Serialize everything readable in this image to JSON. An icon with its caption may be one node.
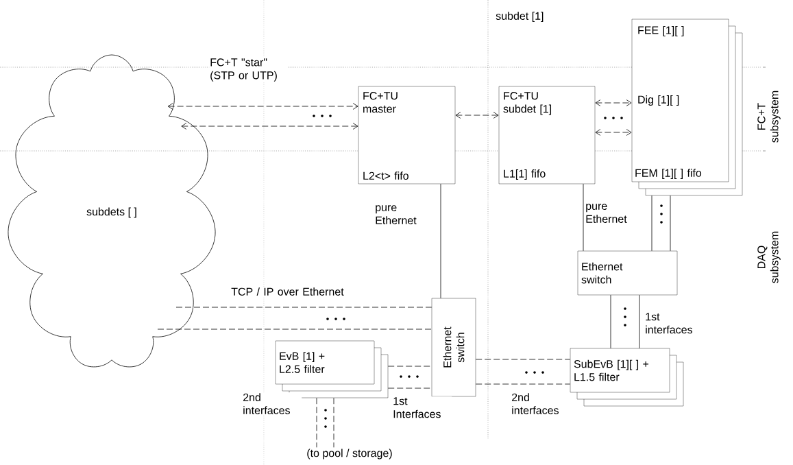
{
  "diagram": {
    "nodes": [
      {
        "text": [
          "subdets [ ]"
        ]
      },
      {
        "text": [
          "FC+TU master",
          "L2<t> fifo"
        ]
      },
      {
        "text": [
          "FC+TU subdet [1]",
          "L1[1] fifo"
        ]
      },
      {
        "text": [
          "FEE [1][ ]",
          "Dig [1][ ]",
          "FEM [1][ ] fifo"
        ]
      },
      {
        "text": [
          "Ethernet switch"
        ]
      },
      {
        "text": [
          "Ethernet switch"
        ]
      },
      {
        "text": [
          "EvB [1] + L2.5 filter"
        ]
      },
      {
        "text": [
          "SubEvB [1][ ] + L1.5 filter"
        ]
      },
      {
        "text": [
          "(to pool / storage)"
        ]
      }
    ],
    "edges": [
      {
        "from": 0,
        "to": 1,
        "arrow": "both",
        "style": "dashed",
        "label": "FC+T \"star\" (STP or UTP)"
      },
      {
        "from": 0,
        "to": 1,
        "arrow": "both",
        "style": "dashed"
      },
      {
        "from": 1,
        "to": 2,
        "arrow": "both",
        "style": "dashed"
      },
      {
        "from": 2,
        "to": 3,
        "arrow": "both",
        "style": "dashed"
      },
      {
        "from": 2,
        "to": 3,
        "arrow": "both",
        "style": "dashed"
      },
      {
        "from": 1,
        "to": 5,
        "arrow": "none",
        "label": "pure Ethernet"
      },
      {
        "from": 2,
        "to": 4,
        "arrow": "none",
        "label": "pure Ethernet"
      },
      {
        "from": 3,
        "to": 4,
        "arrow": "none"
      },
      {
        "from": 3,
        "to": 4,
        "arrow": "none"
      },
      {
        "from": 4,
        "to": 7,
        "arrow": "none"
      },
      {
        "from": 4,
        "to": 7,
        "arrow": "none",
        "label": "1st interfaces"
      },
      {
        "from": 0,
        "to": 5,
        "arrow": "none",
        "style": "dashed",
        "label": "TCP / IP over Ethernet"
      },
      {
        "from": 0,
        "to": 5,
        "arrow": "none",
        "style": "dashed"
      },
      {
        "from": 6,
        "to": 5,
        "arrow": "none",
        "style": "dashed"
      },
      {
        "from": 6,
        "to": 5,
        "arrow": "none",
        "style": "dashed",
        "label": "1st Interfaces"
      },
      {
        "from": 5,
        "to": 7,
        "arrow": "none",
        "style": "dashed"
      },
      {
        "from": 5,
        "to": 7,
        "arrow": "none",
        "style": "dashed",
        "label": "2nd interfaces"
      },
      {
        "from": 6,
        "to": 8,
        "arrow": "none",
        "style": "dashed",
        "label": "2nd interfaces"
      },
      {
        "from": 6,
        "to": 8,
        "arrow": "none",
        "style": "dashed"
      }
    ],
    "labels": [
      "subdet [1]",
      "FC+T subsystem",
      "DAQ subsystem"
    ]
  }
}
